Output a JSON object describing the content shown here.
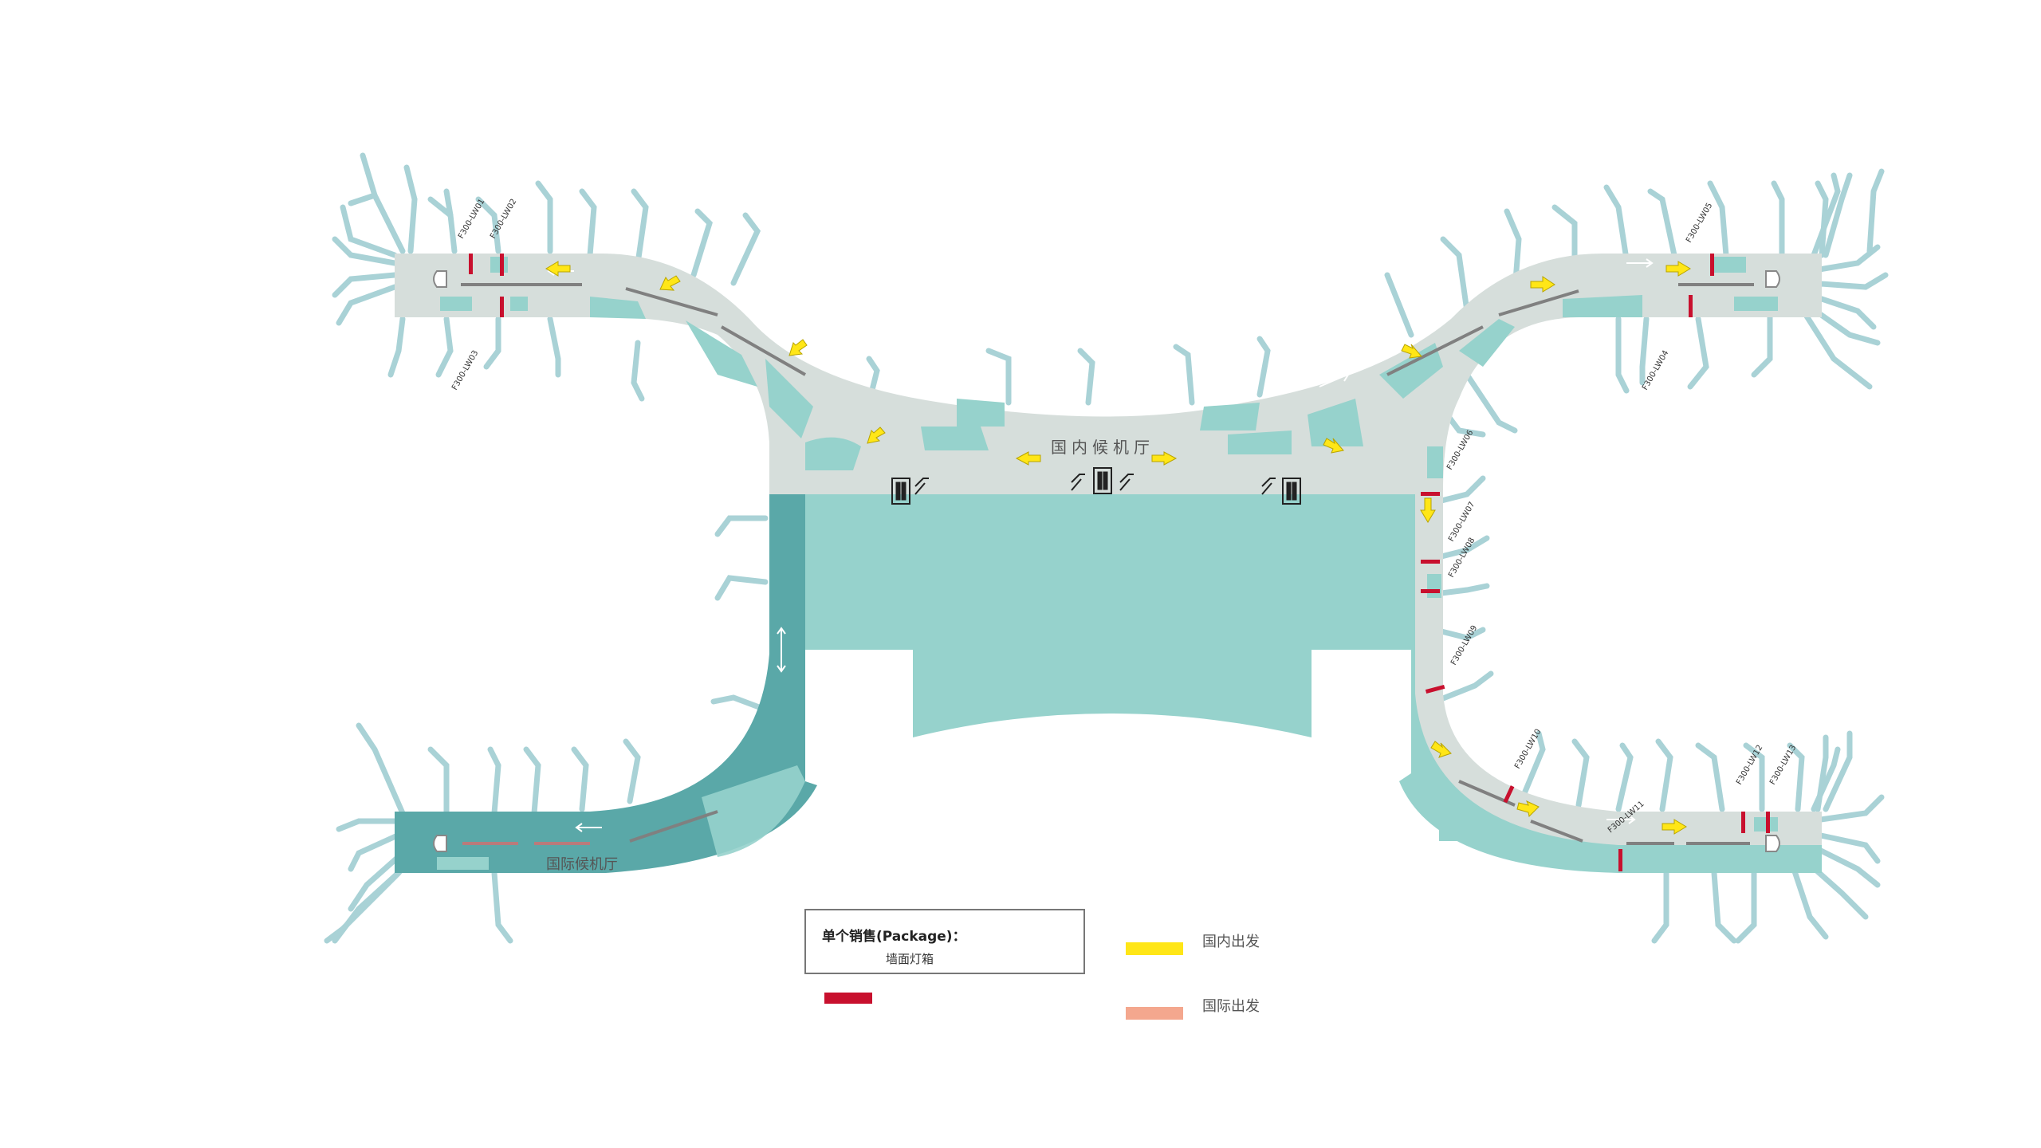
{
  "halls": {
    "domestic": "国内候机厅",
    "international": "国际候机厅"
  },
  "ad_points": [
    "F300-LW01",
    "F300-LW02",
    "F300-LW03",
    "F300-LW04",
    "F300-LW05",
    "F300-LW06",
    "F300-LW07",
    "F300-LW08",
    "F300-LW09",
    "F300-LW10",
    "F300-LW11",
    "F300-LW12",
    "F300-LW13"
  ],
  "legend": {
    "title": "单个销售(Package)：",
    "item": "墙面灯箱",
    "domestic_departure": "国内出发",
    "international_departure": "国际出发"
  },
  "colors": {
    "corridor": "#d6dedb",
    "hall": "#96d2cc",
    "international_hall": "#5aa8a8",
    "jetbridge": "#a9d2d6",
    "ad_marker": "#c8102e",
    "domestic_arrow": "#ffe617",
    "international_marker": "#f4a78e"
  }
}
